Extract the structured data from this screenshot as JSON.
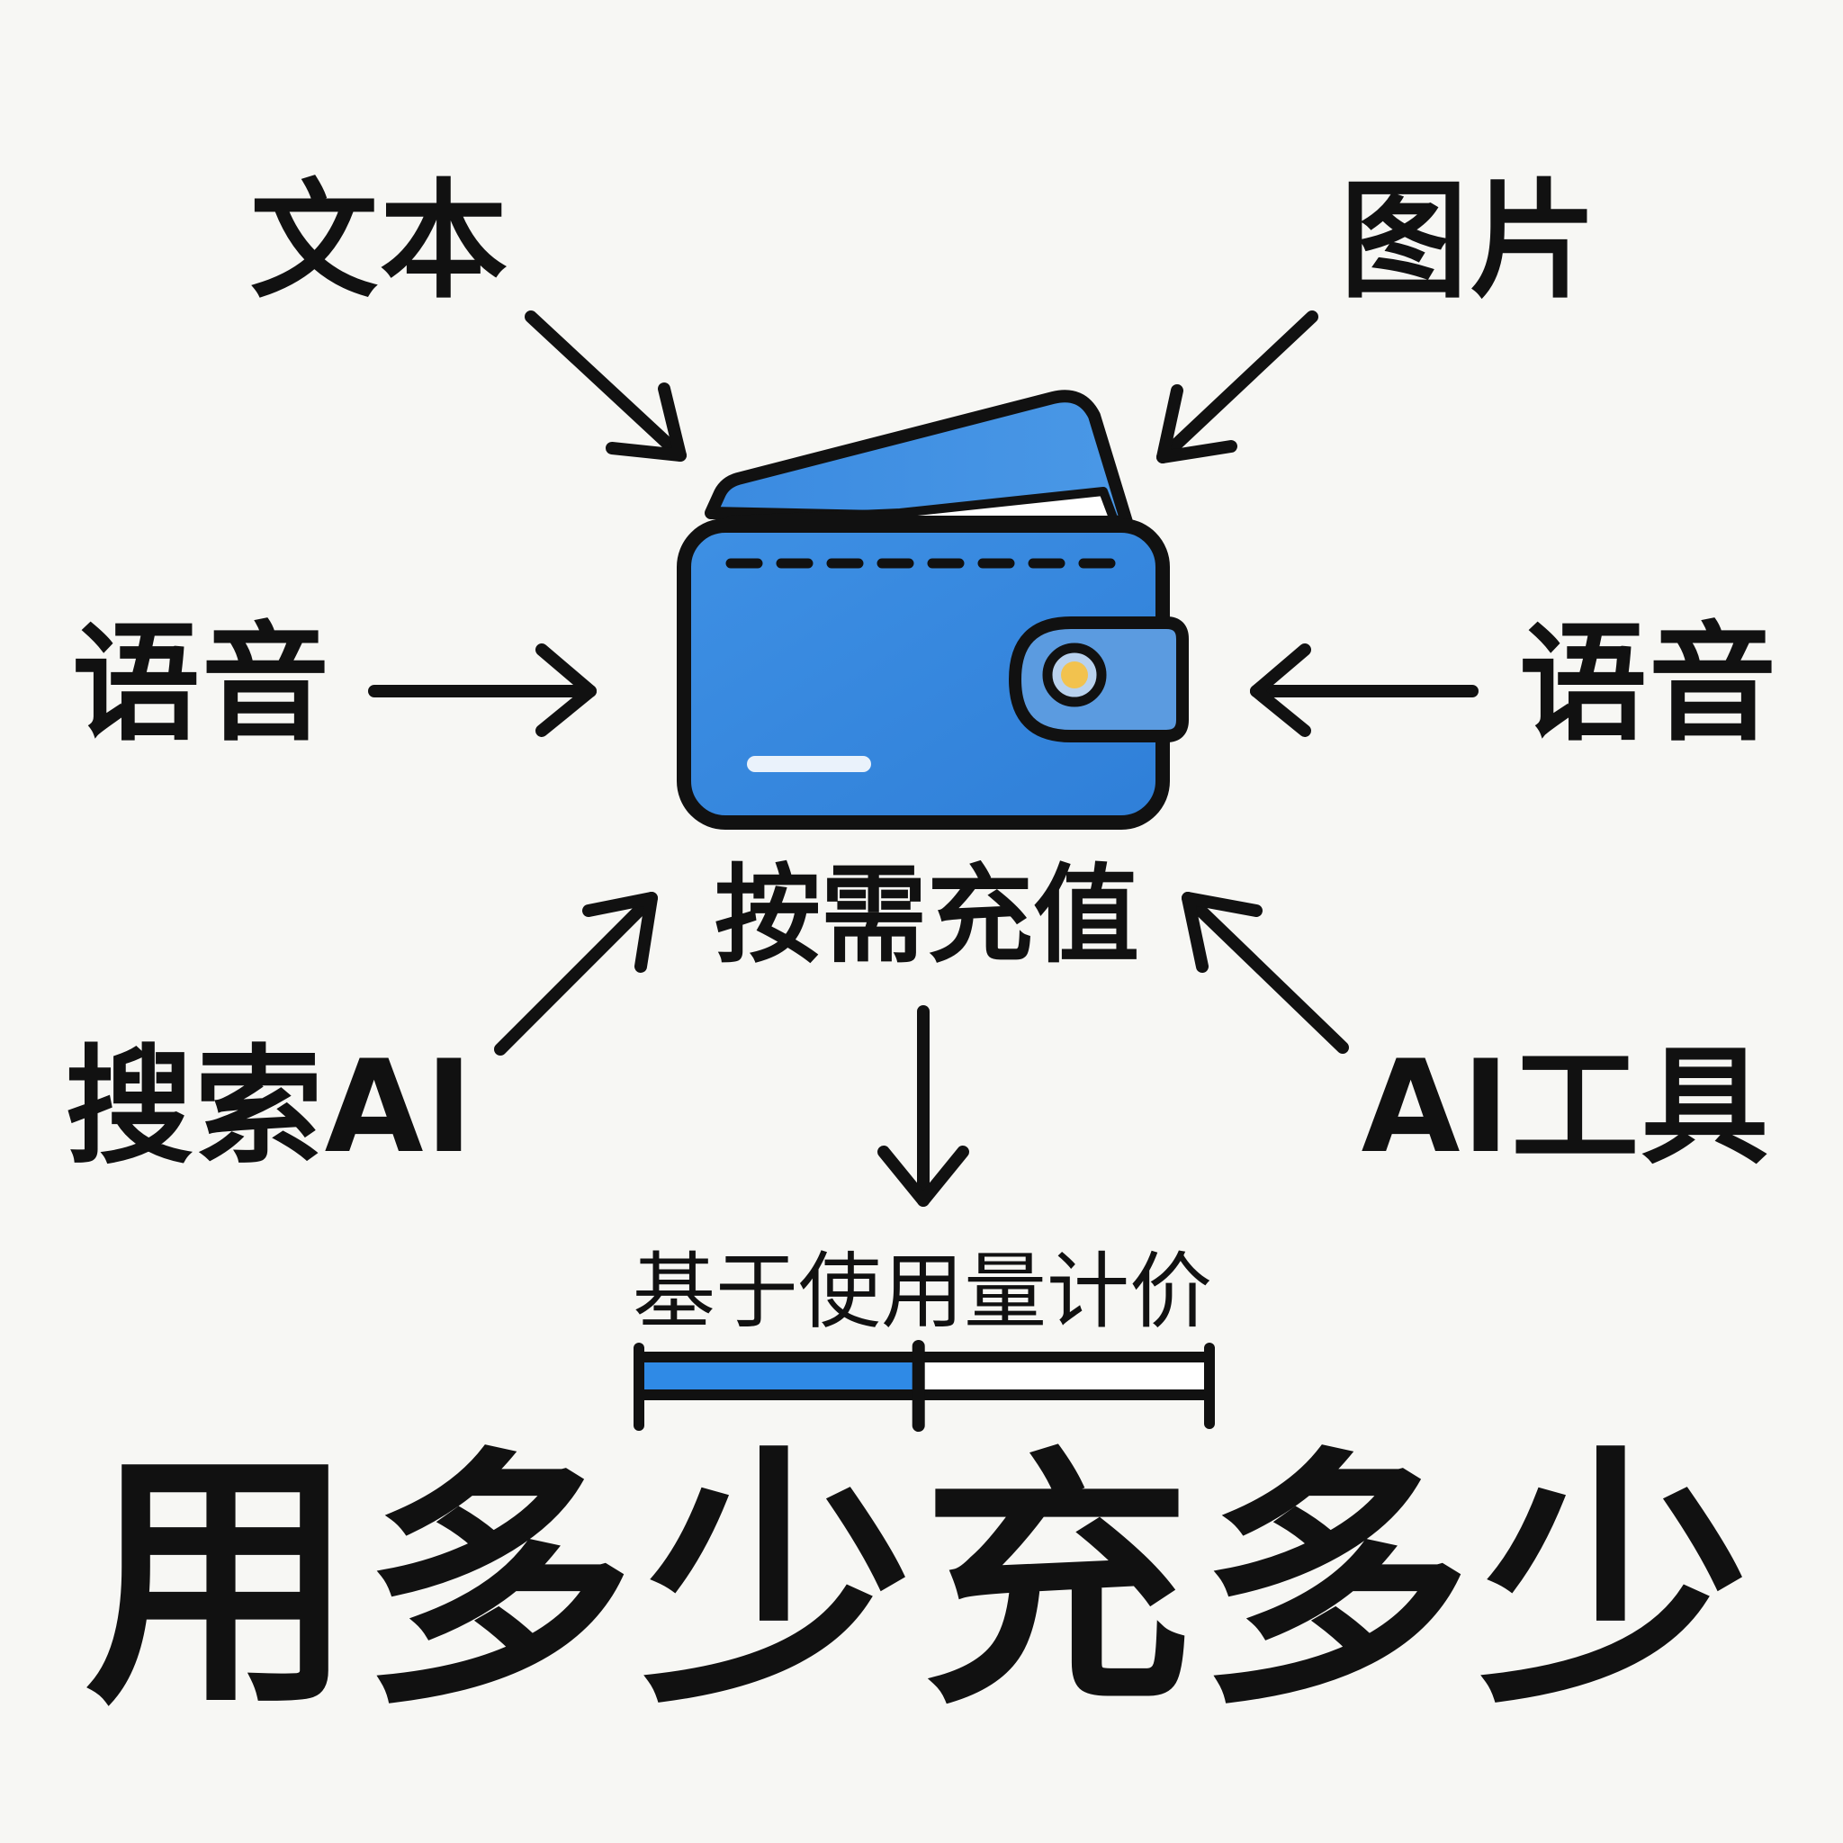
{
  "inputs": {
    "text": "文本",
    "image": "图片",
    "voice_left": "语音",
    "voice_right": "语音",
    "search_ai": "搜索AI",
    "ai_tools": "AI工具"
  },
  "center": {
    "label": "按需充值",
    "icon": "wallet-icon"
  },
  "pricing": {
    "label": "基于使用量计价",
    "usage_fraction": 0.49
  },
  "slogan": "用多少充多少",
  "colors": {
    "background": "#f7f7f4",
    "wallet_blue": "#3b8ee0",
    "wallet_tab": "#5b9be0",
    "clasp_gold": "#f2c24e",
    "bar_fill": "#2f8ae6",
    "ink": "#111111"
  }
}
